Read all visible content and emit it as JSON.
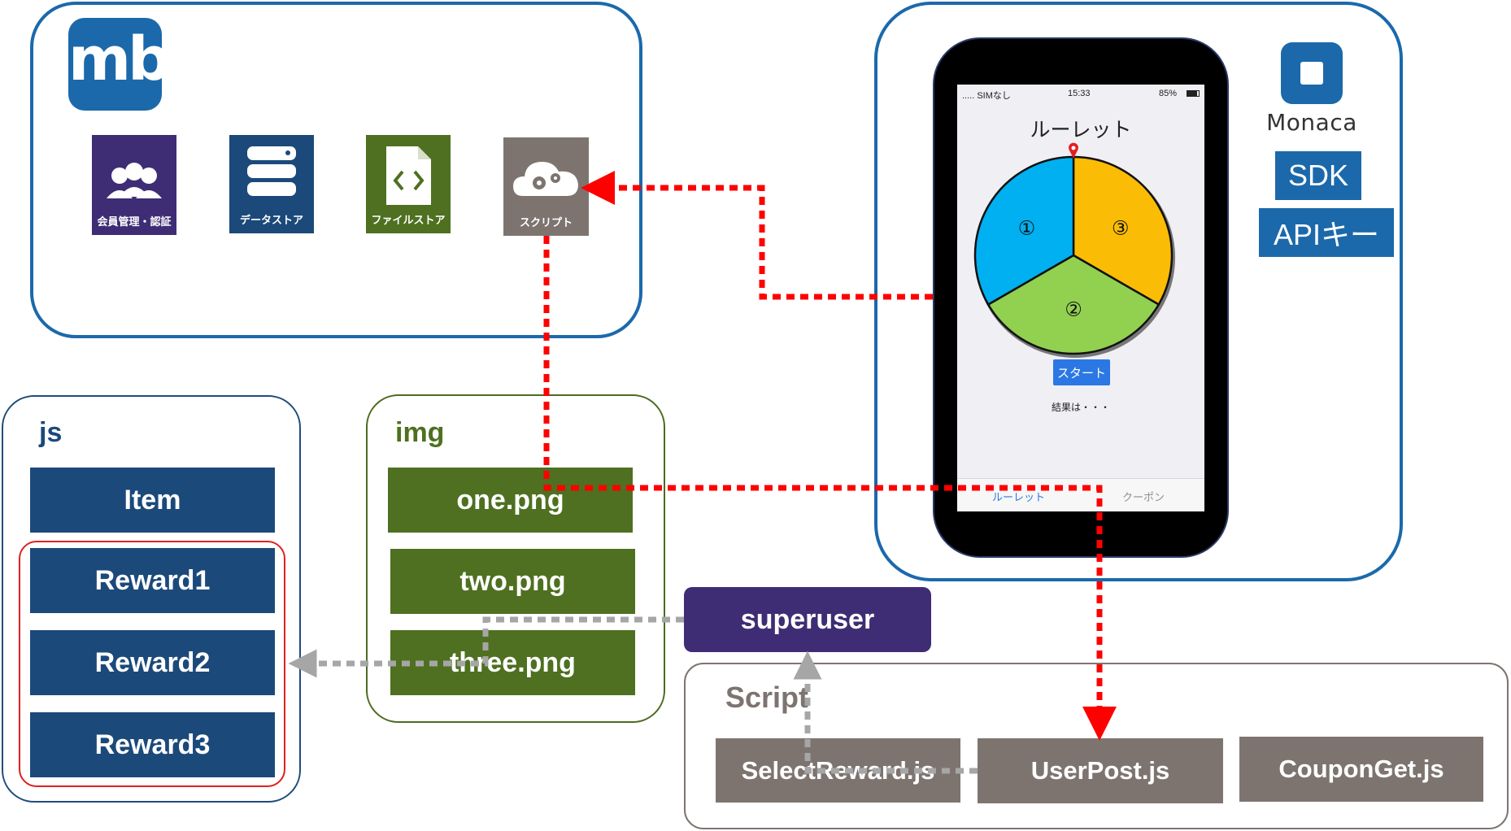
{
  "baas": {
    "logo_text": "mb",
    "services": [
      {
        "label": "会員管理・認証",
        "icon": "users-icon",
        "color": "#3e2d74"
      },
      {
        "label": "データストア",
        "icon": "database-icon",
        "color": "#1b497a"
      },
      {
        "label": "ファイルストア",
        "icon": "file-code-icon",
        "color": "#4e7020"
      },
      {
        "label": "スクリプト",
        "icon": "cloud-gears-icon",
        "color": "#7d7470"
      }
    ]
  },
  "js_panel": {
    "title": "js",
    "items": [
      "Item",
      "Reward1",
      "Reward2",
      "Reward3"
    ]
  },
  "img_panel": {
    "title": "img",
    "items": [
      "one.png",
      "two.png",
      "three.png"
    ]
  },
  "superuser_label": "superuser",
  "script_panel": {
    "title": "Script",
    "items": [
      "SelectReward.js",
      "UserPost.js",
      "CouponGet.js"
    ]
  },
  "phone": {
    "status": {
      "carrier": "..... SIMなし",
      "time": "15:33",
      "battery": "85%"
    },
    "title": "ルーレット",
    "segments": [
      {
        "label": "①",
        "color": "#fbbc05"
      },
      {
        "label": "③",
        "color": "#92d050"
      },
      {
        "label": "②",
        "color": "#00b0f0"
      }
    ],
    "start_button": "スタート",
    "result_text": "結果は・・・",
    "tabs": [
      "ルーレット",
      "クーポン"
    ]
  },
  "monaca": {
    "name": "Monaca",
    "sdk_label": "SDK",
    "apikey_label": "APIキー"
  },
  "colors": {
    "arrow_red": "#ff0000",
    "arrow_gray": "#a6a6a6",
    "border_blue": "#1b69ab"
  }
}
